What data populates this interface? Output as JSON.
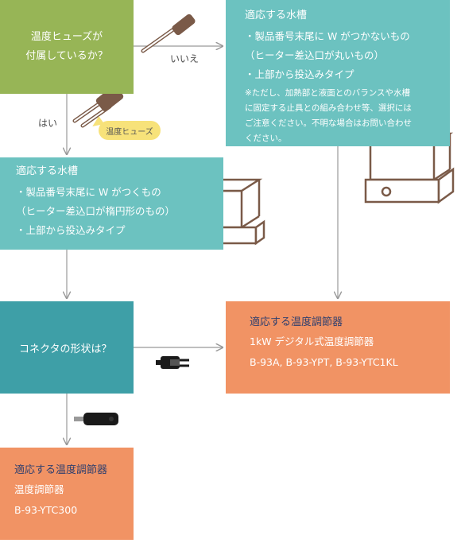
{
  "question1": {
    "line1": "温度ヒューズが",
    "line2": "付属しているか？"
  },
  "labels": {
    "no": "いいえ",
    "yes": "はい",
    "fuse": "温度ヒューズ"
  },
  "tank_no_w": {
    "title": "適応する水槽",
    "item1": "・製品番号末尾に W がつかないもの",
    "item2": "（ヒーター差込口が丸いもの）",
    "item3": "・上部から投込みタイプ",
    "note_lines": [
      "※ただし、加熱部と液面とのバランスや水槽",
      "に固定する止具との組み合わせ等、選択には",
      "ご注意ください。不明な場合はお問い合わせ",
      "ください。"
    ]
  },
  "tank_w": {
    "title": "適応する水槽",
    "item1": "・製品番号末尾に W がつくもの",
    "item2": "（ヒーター差込口が楕円形のもの）",
    "item3": "・上部から投込みタイプ"
  },
  "question2": {
    "text": "コネクタの形状は？"
  },
  "controller_a": {
    "title": "適応する温度調節器",
    "line1": "1kW デジタル式温度調節器",
    "line2": "B-93A,  B-93-YPT, B-93-YTC1KL"
  },
  "controller_b": {
    "title": "適応する温度調節器",
    "line1": "温度調節器",
    "line2": "B-93-YTC300"
  },
  "colors": {
    "green": "#97b556",
    "teal_light": "#6cc2c0",
    "teal_dark": "#3e9fa7",
    "orange": "#f19364",
    "title_navy": "#2f3f6e",
    "badge": "#f7e27a",
    "icon_brown": "#7a5a48"
  }
}
